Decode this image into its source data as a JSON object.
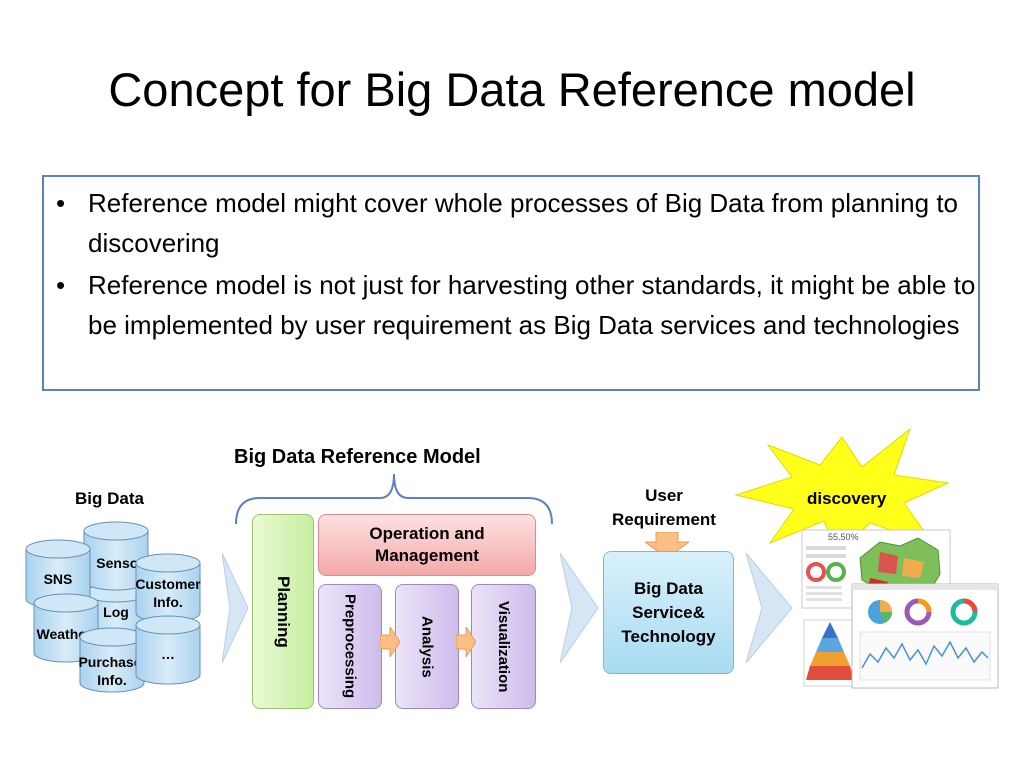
{
  "slide": {
    "title": "Concept for Big Data Reference model",
    "bullets": [
      "Reference model might cover whole processes of Big Data from planning to discovering",
      "Reference model is not just for harvesting other standards, it might be able to be implemented by user requirement as Big Data services and technologies"
    ]
  },
  "diagram": {
    "model_label": "Big Data Reference Model",
    "bigdata_label": "Big Data",
    "sources": {
      "sns": "SNS",
      "sensor": "Sensor",
      "customer": "Customer Info.",
      "log": "Log",
      "weather": "Weather",
      "purchase": "Purchase Info.",
      "more": "…"
    },
    "planning": "Planning",
    "operation": "Operation and Management",
    "preprocessing": "Preprocessing",
    "analysis": "Analysis",
    "visualization": "Visualization",
    "user_requirement": "User Requirement",
    "service": "Big Data Service& Technology",
    "discovery": "discovery",
    "dashboard_value": "55.50%"
  },
  "colors": {
    "title_text": "#000000",
    "box_border": "#5b82bd",
    "planning_fill": "#d7f3b2",
    "operation_fill": "#f7b8b8",
    "process_fill": "#d8c9ee",
    "service_fill": "#bfe6f6",
    "arrow_orange": "#fbbf84",
    "arrow_blue": "#d6e6f5",
    "star_yellow": "#ffff1a"
  }
}
